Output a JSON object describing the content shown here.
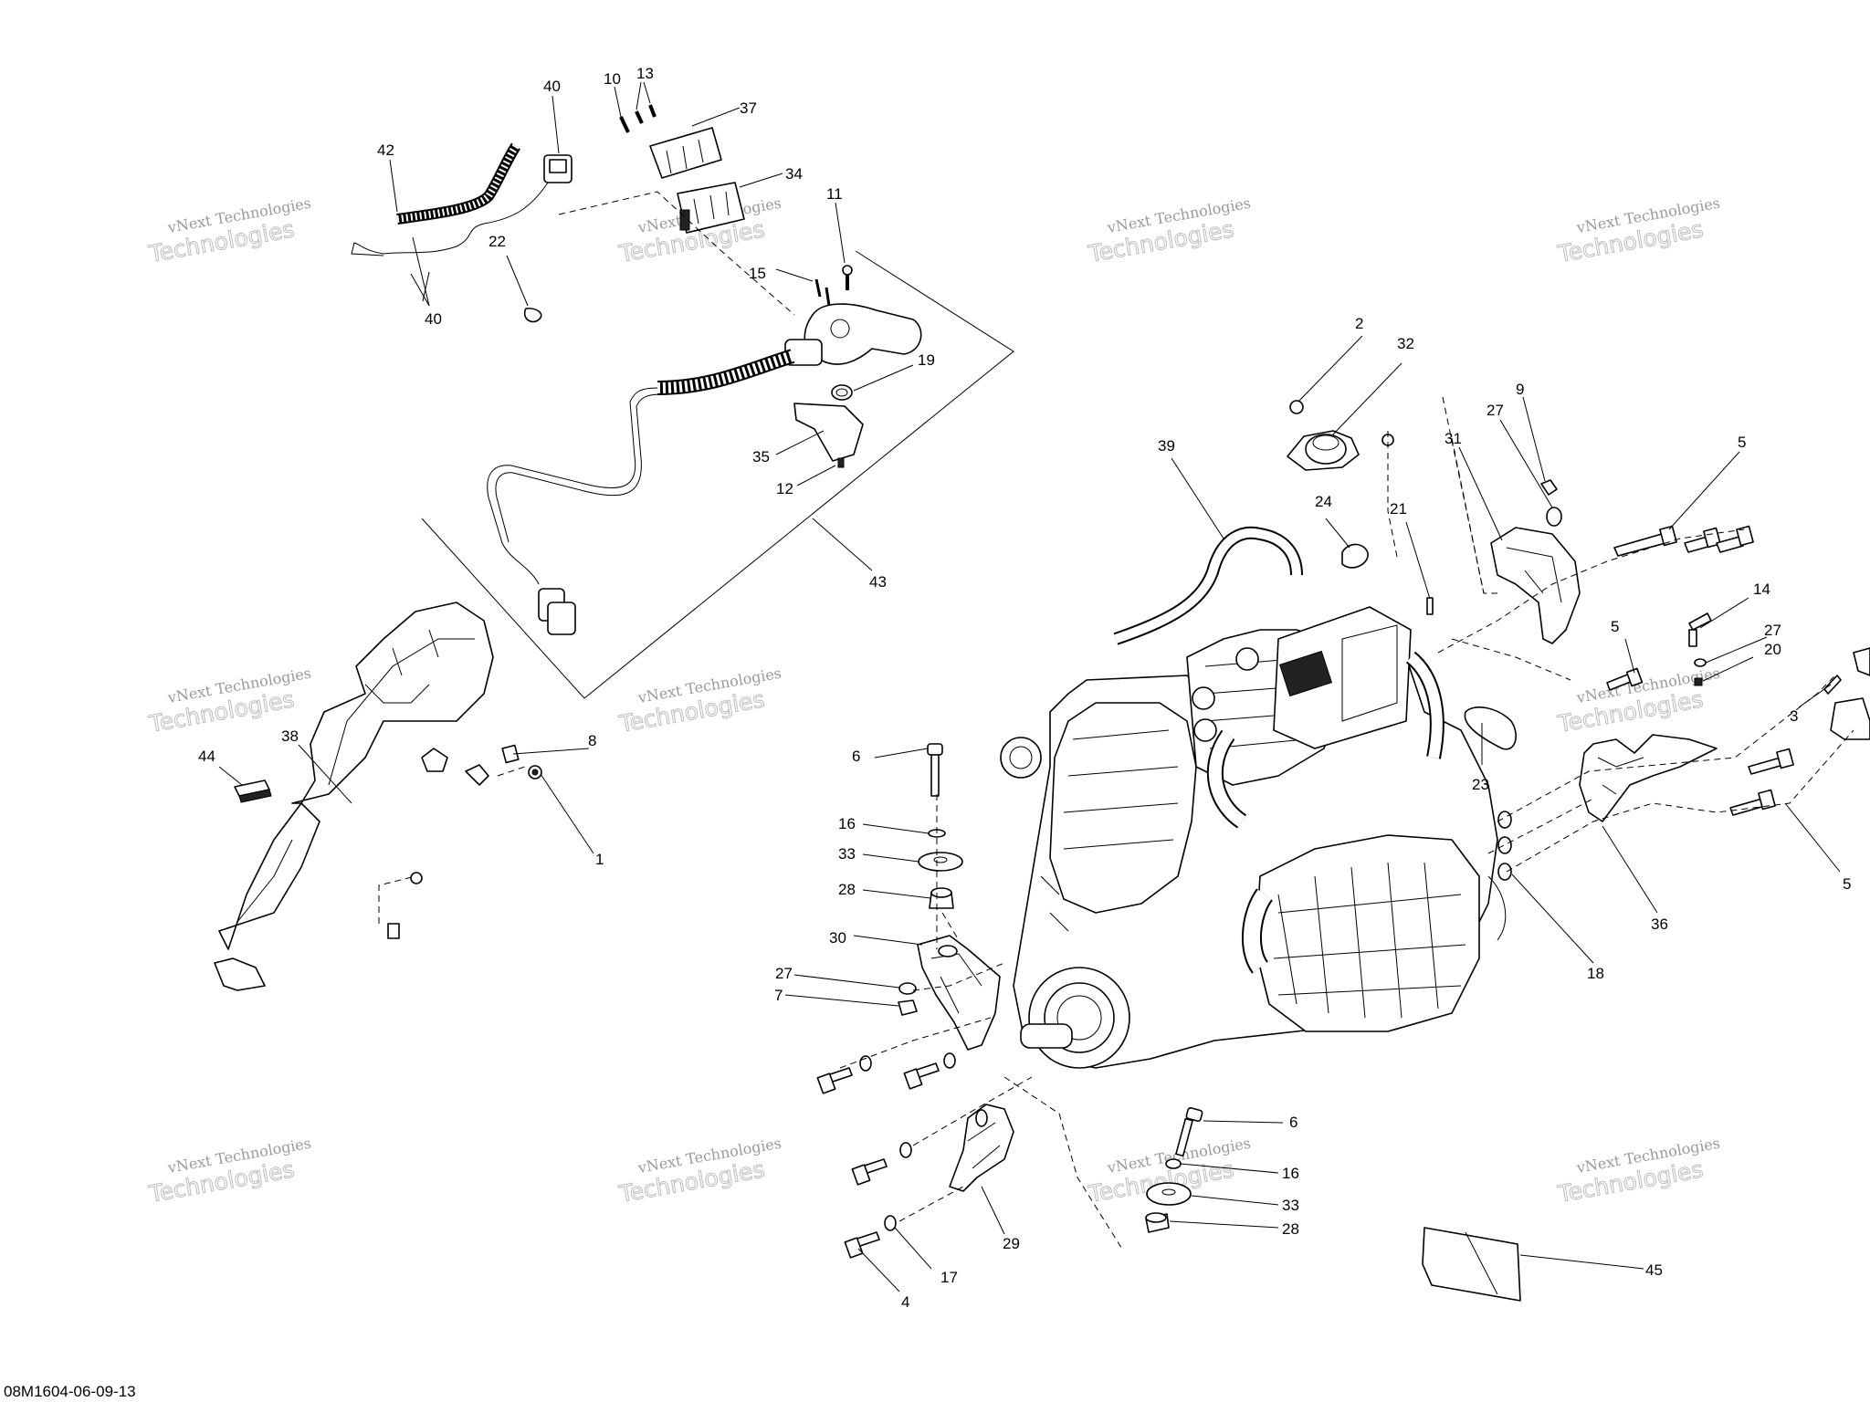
{
  "diagram": {
    "reference_code": "08M1604-06-09-13",
    "watermark": {
      "line1": "vNext Technologies",
      "line2": "Technologies"
    },
    "callouts": [
      {
        "id": "c40a",
        "text": "40"
      },
      {
        "id": "c10",
        "text": "10"
      },
      {
        "id": "c13",
        "text": "13"
      },
      {
        "id": "c37",
        "text": "37"
      },
      {
        "id": "c42",
        "text": "42"
      },
      {
        "id": "c34",
        "text": "34"
      },
      {
        "id": "c11",
        "text": "11"
      },
      {
        "id": "c22",
        "text": "22"
      },
      {
        "id": "c40b",
        "text": "40"
      },
      {
        "id": "c15",
        "text": "15"
      },
      {
        "id": "c19",
        "text": "19"
      },
      {
        "id": "c35",
        "text": "35"
      },
      {
        "id": "c12",
        "text": "12"
      },
      {
        "id": "c43",
        "text": "43"
      },
      {
        "id": "c2",
        "text": "2"
      },
      {
        "id": "c32",
        "text": "32"
      },
      {
        "id": "c9",
        "text": "9"
      },
      {
        "id": "c27a",
        "text": "27"
      },
      {
        "id": "c31",
        "text": "31"
      },
      {
        "id": "c5a",
        "text": "5"
      },
      {
        "id": "c39",
        "text": "39"
      },
      {
        "id": "c24",
        "text": "24"
      },
      {
        "id": "c21",
        "text": "21"
      },
      {
        "id": "c14",
        "text": "14"
      },
      {
        "id": "c5b",
        "text": "5"
      },
      {
        "id": "c27b",
        "text": "27"
      },
      {
        "id": "c20",
        "text": "20"
      },
      {
        "id": "c3",
        "text": "3"
      },
      {
        "id": "c44",
        "text": "44"
      },
      {
        "id": "c38",
        "text": "38"
      },
      {
        "id": "c8",
        "text": "8"
      },
      {
        "id": "c1",
        "text": "1"
      },
      {
        "id": "c6a",
        "text": "6"
      },
      {
        "id": "c16a",
        "text": "16"
      },
      {
        "id": "c33a",
        "text": "33"
      },
      {
        "id": "c28a",
        "text": "28"
      },
      {
        "id": "c30",
        "text": "30"
      },
      {
        "id": "c27c",
        "text": "27"
      },
      {
        "id": "c7",
        "text": "7"
      },
      {
        "id": "c23",
        "text": "23"
      },
      {
        "id": "c36",
        "text": "36"
      },
      {
        "id": "c5c",
        "text": "5"
      },
      {
        "id": "c18",
        "text": "18"
      },
      {
        "id": "c6b",
        "text": "6"
      },
      {
        "id": "c16b",
        "text": "16"
      },
      {
        "id": "c33b",
        "text": "33"
      },
      {
        "id": "c28b",
        "text": "28"
      },
      {
        "id": "c29",
        "text": "29"
      },
      {
        "id": "c17",
        "text": "17"
      },
      {
        "id": "c4",
        "text": "4"
      },
      {
        "id": "c45",
        "text": "45"
      }
    ]
  }
}
